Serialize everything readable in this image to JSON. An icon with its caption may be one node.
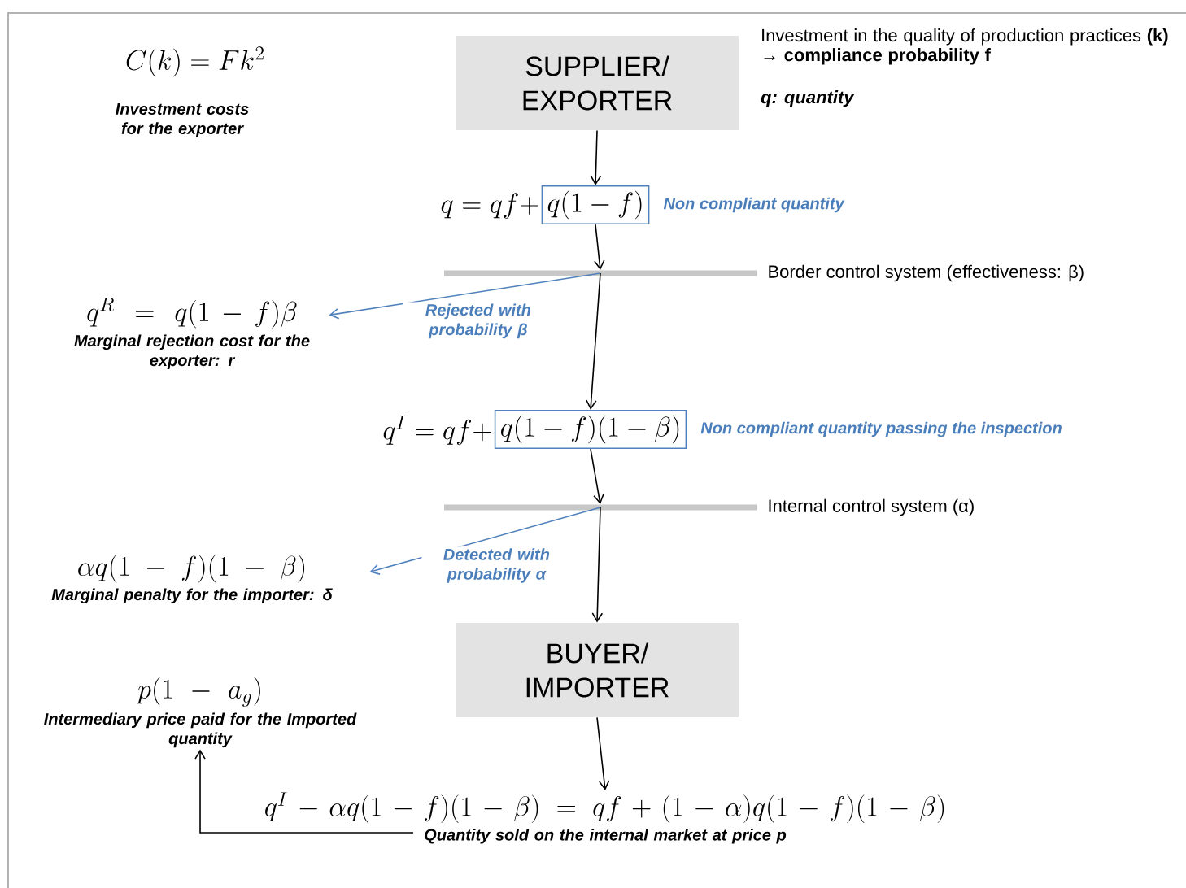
{
  "diagram": {
    "nodes": [
      {
        "text": [
          "SUPPLIER/ EXPORTER"
        ]
      },
      {
        "text": [
          "q(1-f)"
        ],
        "beside": [
          "Non compliant quantity"
        ]
      },
      {
        "text": [
          "Border control system (effectiveness: β)"
        ]
      },
      {
        "text": [
          "q^R = q(1-f)\\beta",
          "Marginal rejection cost for the exporter: r"
        ]
      },
      {
        "text": [
          "q(1-f)(1-\\beta)"
        ],
        "beside": [
          "Non compliant quantity passing the inspection"
        ]
      },
      {
        "text": [
          "Internal control system (α)"
        ]
      },
      {
        "text": [
          "\\alpha q(1-f)(1-\\beta)",
          "Marginal penalty for the importer: δ"
        ]
      },
      {
        "text": [
          "BUYER/ IMPORTER"
        ]
      },
      {
        "text": [
          "q^I - \\alpha q(1-f)(1-\\beta) = qf + (1-\\alpha) q(1-f)(1-\\beta)",
          "Quantity sold on the internal market at price p"
        ]
      },
      {
        "text": [
          "p(1-a_g)",
          "Intermediary price paid for the Imported quantity"
        ]
      }
    ],
    "edges": [
      {
        "from": 0,
        "to": 1,
        "arrow": "to"
      },
      {
        "from": 1,
        "to": 2,
        "arrow": "to"
      },
      {
        "from": 2,
        "to": 3,
        "arrow": "to",
        "label": "Rejected with probability β",
        "color": "#4f81bd"
      },
      {
        "from": 2,
        "to": 4,
        "arrow": "to"
      },
      {
        "from": 4,
        "to": 5,
        "arrow": "to"
      },
      {
        "from": 5,
        "to": 6,
        "arrow": "to",
        "label": "Detected with probability α",
        "color": "#4f81bd"
      },
      {
        "from": 5,
        "to": 7,
        "arrow": "to"
      },
      {
        "from": 7,
        "to": 8,
        "arrow": "to"
      },
      {
        "from": 8,
        "to": 9,
        "arrow": "to"
      }
    ],
    "labels": [
      "C(k)=Fk^2",
      "Investment costs for the exporter",
      "Investment in the quality of production practices **(k) → compliance probability f**",
      "q: quantity",
      "q = qf +",
      "q^I = qf +"
    ]
  }
}
